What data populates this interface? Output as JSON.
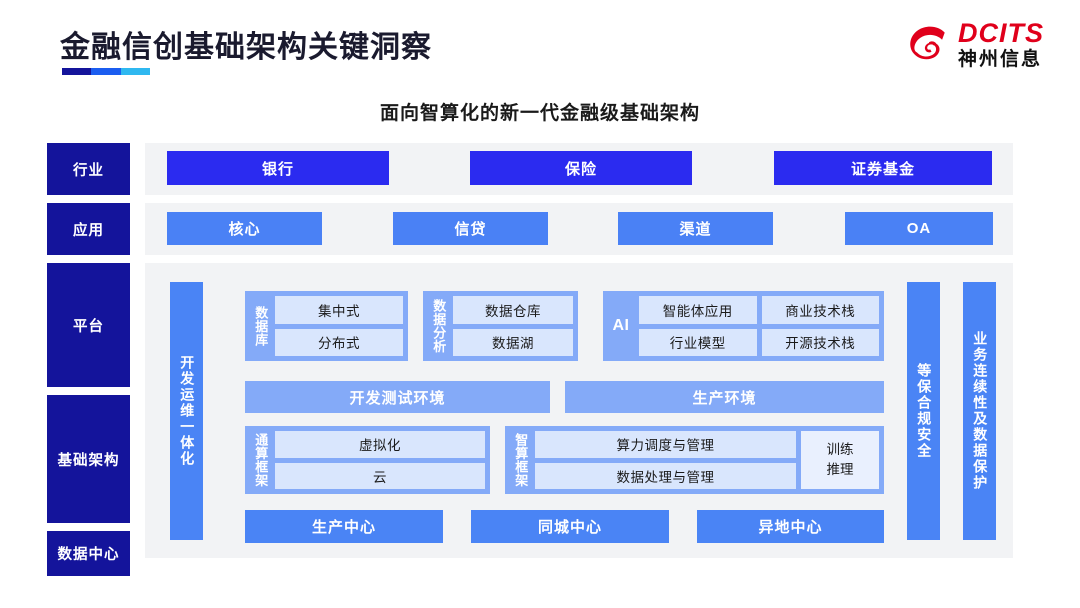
{
  "header": {
    "title": "金融信创基础架构关键洞察",
    "rule_colors": [
      "#14149b",
      "#1b5df0",
      "#2fb8f0"
    ],
    "logo": {
      "en": "DCITS",
      "cn": "神州信息",
      "color": "#e0001b"
    }
  },
  "subtitle": "面向智算化的新一代金融级基础架构",
  "side_labels": [
    {
      "label": "行业"
    },
    {
      "label": "应用"
    },
    {
      "label": "平台"
    },
    {
      "label": "基础架构"
    },
    {
      "label": "数据中心"
    }
  ],
  "industry_row": {
    "items": [
      "银行",
      "保险",
      "证券基金"
    ],
    "color": "#2b2bf0"
  },
  "application_row": {
    "items": [
      "核心",
      "信贷",
      "渠道",
      "OA"
    ],
    "color": "#4a81f5"
  },
  "vertical_bars": {
    "devops": "开发运维一体化",
    "security": "等保合规安全",
    "continuity": "业务连续性及数据保护",
    "color": "#4a84f5"
  },
  "platform": {
    "groups": [
      {
        "caption": "数据库",
        "tiles": [
          "集中式",
          "分布式"
        ]
      },
      {
        "caption": "数据分析",
        "tiles": [
          "数据仓库",
          "数据湖"
        ]
      },
      {
        "caption": "AI",
        "tiles_row1": [
          "智能体应用",
          "商业技术栈"
        ],
        "tiles_row2": [
          "行业模型",
          "开源技术栈"
        ]
      }
    ],
    "environments": [
      "开发测试环境",
      "生产环境"
    ]
  },
  "infrastructure": {
    "general_frame": {
      "caption": "通算框架",
      "tiles": [
        "虚拟化",
        "云"
      ]
    },
    "intelligent_frame": {
      "caption": "智算框架",
      "tiles": [
        "算力调度与管理",
        "数据处理与管理"
      ],
      "side_tile": [
        "训练",
        "推理"
      ]
    }
  },
  "data_center": {
    "items": [
      "生产中心",
      "同城中心",
      "异地中心"
    ],
    "color": "#4a84f5"
  },
  "decor": {
    "stripe_colors": [
      "#f0f3f8",
      "#dfe8f8",
      "#c7d9fb",
      "#9dbdfa",
      "#6e9bf8",
      "#3f7af4",
      "#1a5cf0",
      "#0b4ae8"
    ]
  }
}
